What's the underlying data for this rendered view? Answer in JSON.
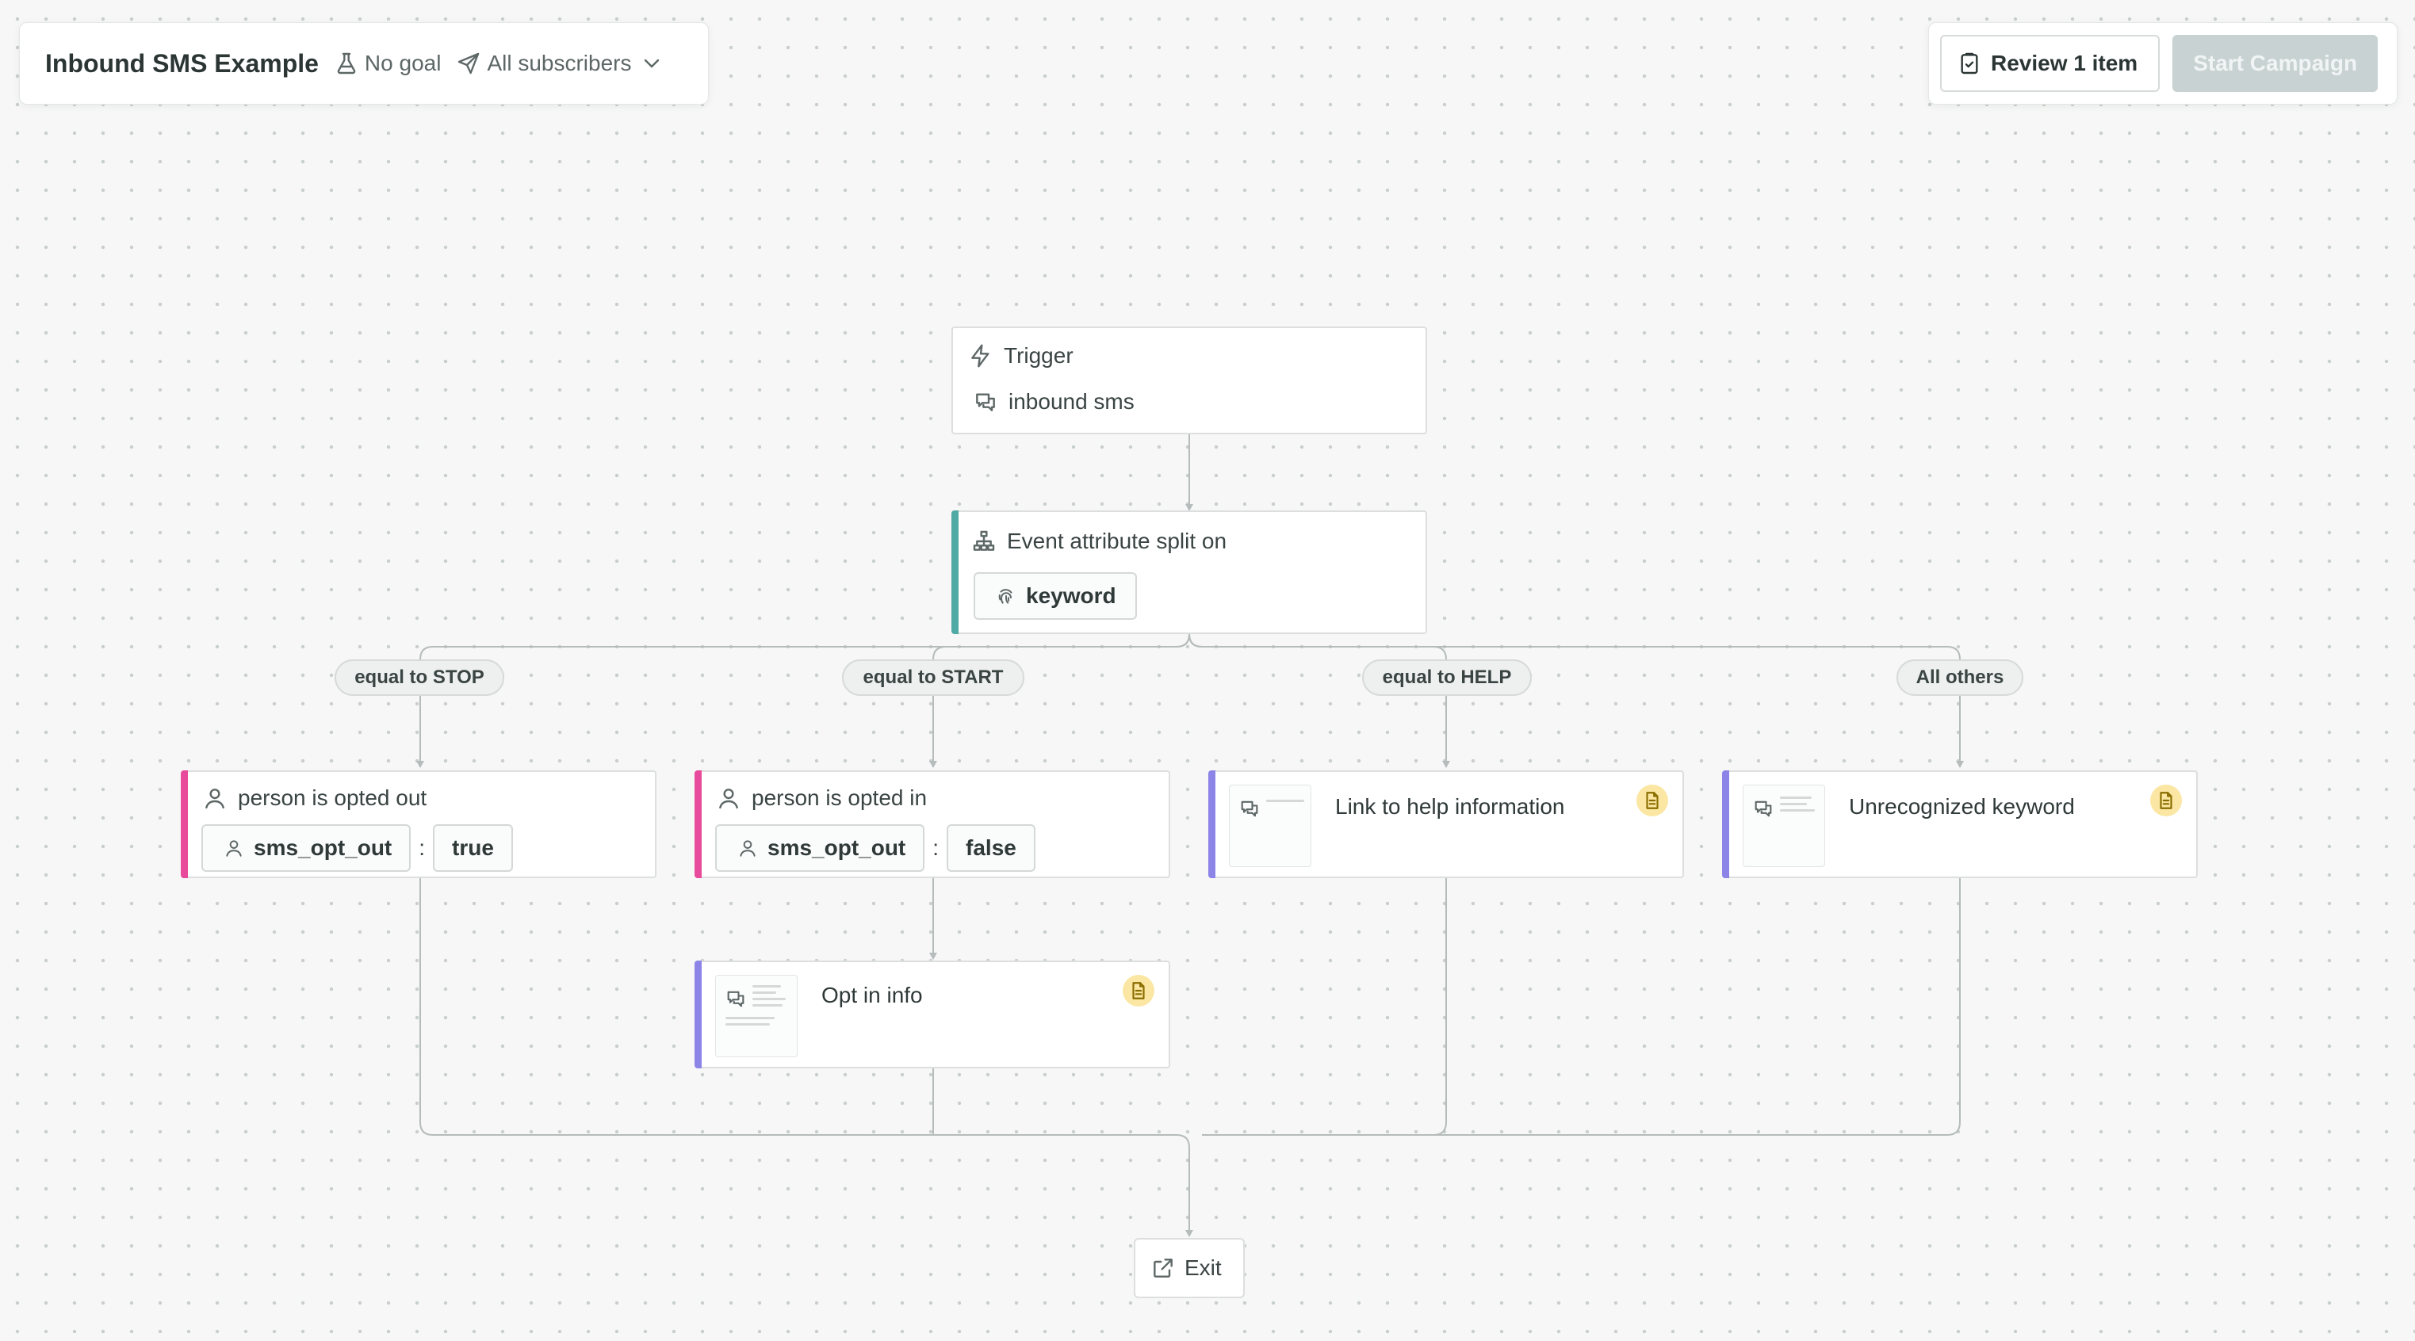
{
  "header": {
    "title": "Inbound SMS Example",
    "goal": "No goal",
    "audience": "All subscribers"
  },
  "actions": {
    "review_label": "Review 1 item",
    "start_label": "Start Campaign"
  },
  "colors": {
    "split_accent": "#4fa9a4",
    "filter_accent": "#e84a9c",
    "message_accent": "#8d84e8",
    "doc_badge": "#fbe7a3",
    "start_disabled_bg": "#c8d2d2"
  },
  "flow": {
    "trigger": {
      "label": "Trigger",
      "event": "inbound sms"
    },
    "split": {
      "label": "Event attribute split on",
      "attribute": "keyword"
    },
    "branches": [
      {
        "label": "equal to STOP"
      },
      {
        "label": "equal to START"
      },
      {
        "label": "equal to HELP"
      },
      {
        "label": "All others"
      }
    ],
    "opted_out": {
      "title": "person is opted out",
      "attribute": "sms_opt_out",
      "separator": ":",
      "value": "true"
    },
    "opted_in": {
      "title": "person is opted in",
      "attribute": "sms_opt_out",
      "separator": ":",
      "value": "false"
    },
    "help_message": {
      "title": "Link to help information"
    },
    "unrecognized_message": {
      "title": "Unrecognized keyword"
    },
    "optin_message": {
      "title": "Opt in info"
    },
    "exit": {
      "label": "Exit"
    }
  }
}
